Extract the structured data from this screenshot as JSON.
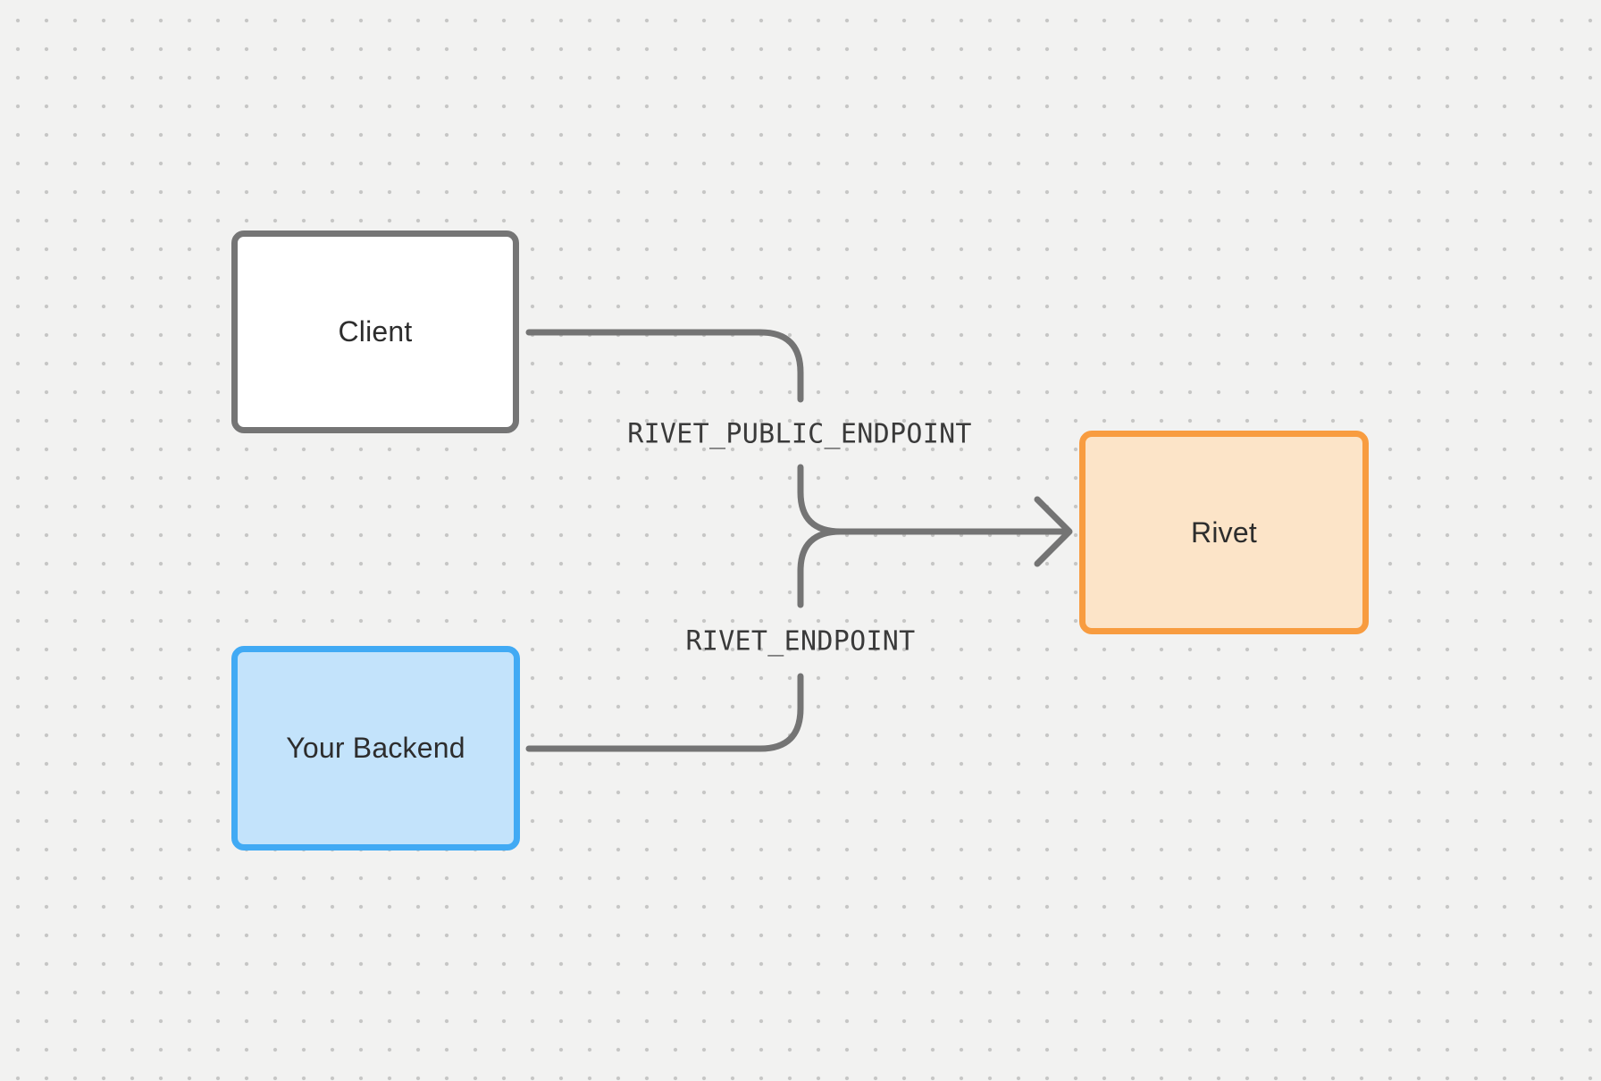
{
  "canvas": {
    "background_color": "#f2f2f1",
    "dot_grid_color": "#c6c6c5",
    "connector_color": "#747474",
    "label_text_color": "#3a3a3a"
  },
  "diagram": {
    "nodes": [
      {
        "id": "client",
        "label": "Client",
        "fill": "#ffffff",
        "border": "#757575"
      },
      {
        "id": "your-backend",
        "label": "Your Backend",
        "fill": "#c3e3fb",
        "border": "#41aaf4"
      },
      {
        "id": "rivet",
        "label": "Rivet",
        "fill": "#fce4c8",
        "border": "#f89c40"
      }
    ],
    "edges": [
      {
        "id": "client-to-rivet",
        "from": "client",
        "to": "rivet",
        "label": "RIVET_PUBLIC_ENDPOINT"
      },
      {
        "id": "backend-to-rivet",
        "from": "your-backend",
        "to": "rivet",
        "label": "RIVET_ENDPOINT"
      }
    ]
  }
}
